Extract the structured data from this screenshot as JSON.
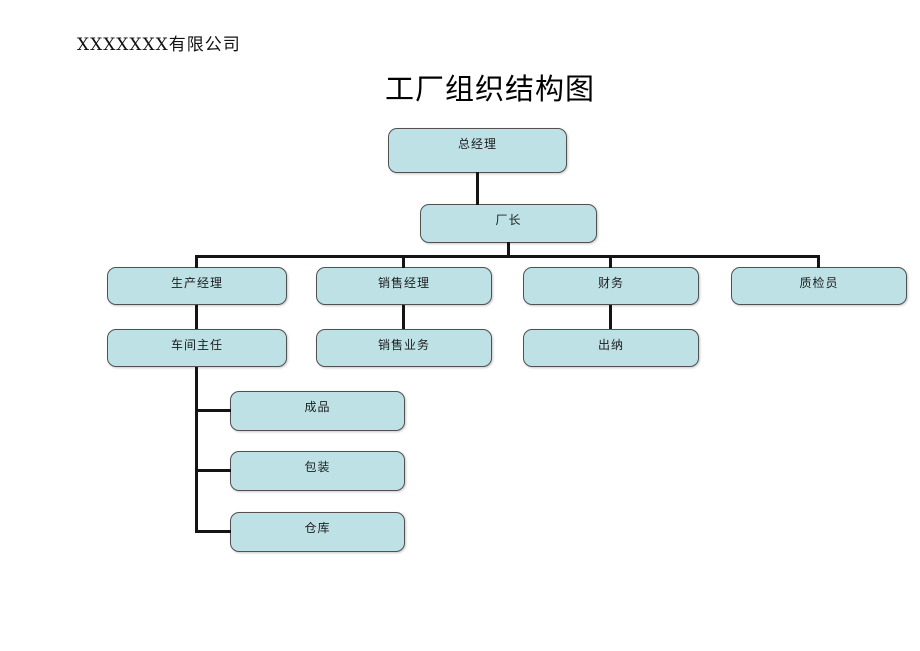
{
  "page": {
    "company": "XXXXXXX有限公司",
    "title": "工厂组织结构图"
  },
  "colors": {
    "background": "#ffffff",
    "node_fill": "#bee1e6",
    "node_border": "#515151",
    "connector": "#141414",
    "text": "#1d1d1d"
  },
  "nodes": {
    "general_manager": {
      "label": "总经理"
    },
    "factory_director": {
      "label": "厂长"
    },
    "production_manager": {
      "label": "生产经理"
    },
    "sales_manager": {
      "label": "销售经理"
    },
    "finance": {
      "label": "财务"
    },
    "quality_inspector": {
      "label": "质检员"
    },
    "workshop_director": {
      "label": "车间主任"
    },
    "sales_business": {
      "label": "销售业务"
    },
    "cashier": {
      "label": "出纳"
    },
    "finished_goods": {
      "label": "成品"
    },
    "packaging": {
      "label": "包装"
    },
    "warehouse": {
      "label": "仓库"
    }
  },
  "edges": [
    [
      "总经理",
      "厂长"
    ],
    [
      "厂长",
      "生产经理"
    ],
    [
      "厂长",
      "销售经理"
    ],
    [
      "厂长",
      "财务"
    ],
    [
      "厂长",
      "质检员"
    ],
    [
      "生产经理",
      "车间主任"
    ],
    [
      "销售经理",
      "销售业务"
    ],
    [
      "财务",
      "出纳"
    ],
    [
      "车间主任",
      "成品"
    ],
    [
      "车间主任",
      "包装"
    ],
    [
      "车间主任",
      "仓库"
    ]
  ]
}
